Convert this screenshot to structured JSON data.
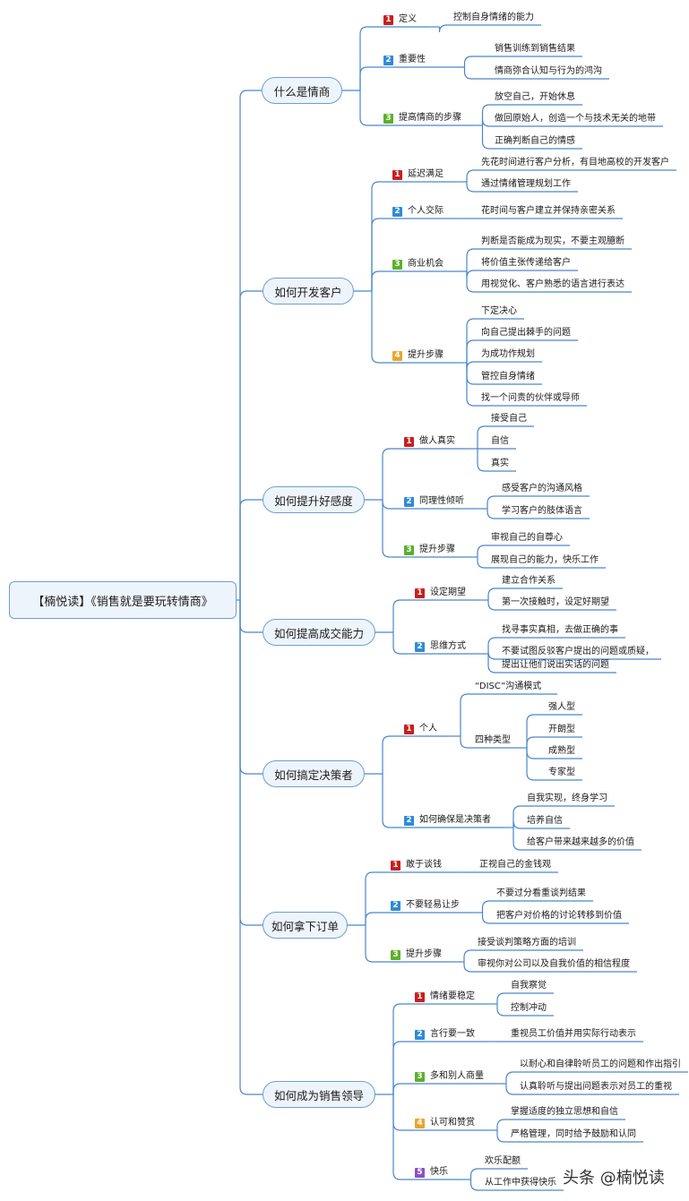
{
  "root": {
    "title": "【楠悦读】《销售就是要玩转情商》"
  },
  "colors": {
    "line": "#4a87c9",
    "badge_1": "#c8201e",
    "badge_2": "#2f8bd7",
    "badge_3": "#5db02a",
    "badge_4": "#e9a52a",
    "badge_5": "#8e4fc8"
  },
  "branches": [
    {
      "label": "什么是情商",
      "children": [
        {
          "num": "1",
          "label": "定义",
          "leaves": [
            "控制自身情绪的能力"
          ]
        },
        {
          "num": "2",
          "label": "重要性",
          "leaves": [
            "销售训练到销售结果",
            "情商弥合认知与行为的鸿沟"
          ]
        },
        {
          "num": "3",
          "label": "提高情商的步骤",
          "leaves": [
            "放空自己，开始休息",
            "做回原始人，创造一个与技术无关的地带",
            "正确判断自己的情感"
          ]
        }
      ]
    },
    {
      "label": "如何开发客户",
      "children": [
        {
          "num": "1",
          "label": "延迟满足",
          "leaves": [
            "先花时间进行客户分析，有目地高校的开发客户",
            "通过情绪管理规划工作"
          ]
        },
        {
          "num": "2",
          "label": "个人交际",
          "leaves": [
            "花时间与客户建立并保持亲密关系"
          ]
        },
        {
          "num": "3",
          "label": "商业机会",
          "leaves": [
            "判断是否能成为现实，不要主观臆断",
            "将价值主张传递给客户",
            "用视觉化、客户熟悉的语言进行表达"
          ]
        },
        {
          "num": "4",
          "label": "提升步骤",
          "leaves": [
            "下定决心",
            "向自己提出棘手的问题",
            "为成功作规划",
            "管控自身情绪",
            "找一个问责的伙伴或导师"
          ]
        }
      ]
    },
    {
      "label": "如何提升好感度",
      "children": [
        {
          "num": "1",
          "label": "做人真实",
          "leaves": [
            "接受自己",
            "自信",
            "真实"
          ]
        },
        {
          "num": "2",
          "label": "同理性倾听",
          "leaves": [
            "感受客户的沟通风格",
            "学习客户的肢体语言"
          ]
        },
        {
          "num": "3",
          "label": "提升步骤",
          "leaves": [
            "审视自己的自尊心",
            "展现自己的能力，快乐工作"
          ]
        }
      ]
    },
    {
      "label": "如何提高成交能力",
      "children": [
        {
          "num": "1",
          "label": "设定期望",
          "leaves": [
            "建立合作关系",
            "第一次接触时，设定好期望"
          ]
        },
        {
          "num": "2",
          "label": "思维方式",
          "leaves": [
            "找寻事实真相，去做正确的事",
            "不要试图反驳客户提出的问题或质疑，",
            "提出让他们说出实话的问题"
          ]
        }
      ]
    },
    {
      "label": "如何搞定决策者",
      "children": [
        {
          "num": "1",
          "label": "个人",
          "leaves": [
            "“DISC”沟通模式",
            "四种类型"
          ],
          "sub_leaves": [
            "强人型",
            "开朗型",
            "成熟型",
            "专家型"
          ]
        },
        {
          "num": "2",
          "label": "如何确保是决策者",
          "leaves": [
            "自我实现，终身学习",
            "培养自信",
            "给客户带来越来越多的价值"
          ]
        }
      ]
    },
    {
      "label": "如何拿下订单",
      "children": [
        {
          "num": "1",
          "label": "敢于谈钱",
          "leaves": [
            "正视自己的金钱观"
          ]
        },
        {
          "num": "2",
          "label": "不要轻易让步",
          "leaves": [
            "不要过分看重谈判结果",
            "把客户对价格的讨论转移到价值"
          ]
        },
        {
          "num": "3",
          "label": "提升步骤",
          "leaves": [
            "接受谈判策略方面的培训",
            "审视你对公司以及自我价值的相信程度"
          ]
        }
      ]
    },
    {
      "label": "如何成为销售领导",
      "children": [
        {
          "num": "1",
          "label": "情绪要稳定",
          "leaves": [
            "自我察觉",
            "控制冲动"
          ]
        },
        {
          "num": "2",
          "label": "言行要一致",
          "leaves": [
            "重视员工价值并用实际行动表示"
          ]
        },
        {
          "num": "3",
          "label": "多和别人商量",
          "leaves": [
            "以耐心和自律聆听员工的问题和作出指引",
            "认真聆听与提出问题表示对员工的重视"
          ]
        },
        {
          "num": "4",
          "label": "认可和赞赏",
          "leaves": [
            "掌握适度的独立思想和自信",
            "严格管理，同时给予鼓励和认同"
          ]
        },
        {
          "num": "5",
          "label": "快乐",
          "leaves": [
            "欢乐配额",
            "从工作中获得快乐"
          ]
        }
      ]
    }
  ],
  "watermark": "头条 @楠悦读"
}
